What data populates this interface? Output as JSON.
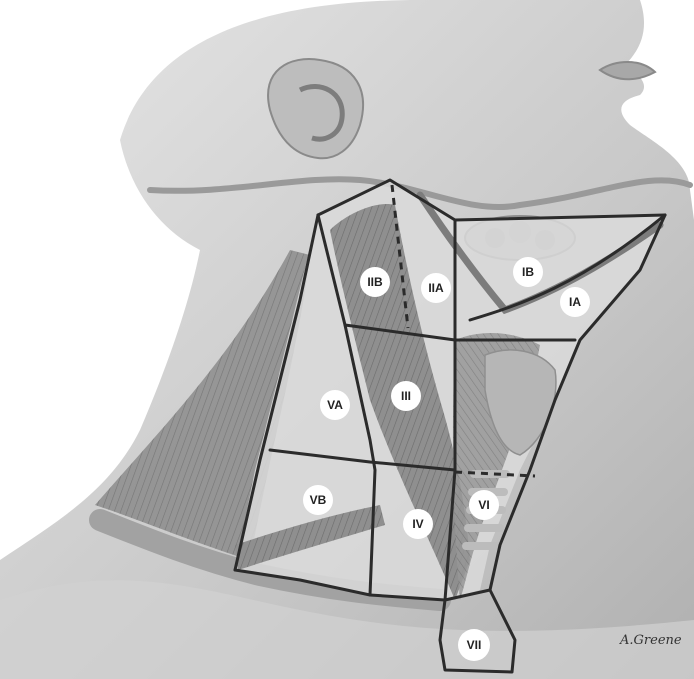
{
  "illustration": {
    "colors": {
      "background": "#ffffff",
      "skin": "#c9c9c9",
      "skin_shadow": "#a9a9a9",
      "muscle": "#8d8d8d",
      "muscle_dark": "#6e6e6e",
      "region_fill": "#dcdcdc",
      "boundary": "#2b2b2b",
      "label_bg": "#ffffff"
    },
    "signature": "A.Greene"
  },
  "regions": [
    {
      "id": "IA",
      "label": "IA"
    },
    {
      "id": "IB",
      "label": "IB"
    },
    {
      "id": "IIA",
      "label": "IIA"
    },
    {
      "id": "IIB",
      "label": "IIB"
    },
    {
      "id": "III",
      "label": "III"
    },
    {
      "id": "IV",
      "label": "IV"
    },
    {
      "id": "VA",
      "label": "VA"
    },
    {
      "id": "VB",
      "label": "VB"
    },
    {
      "id": "VI",
      "label": "VI"
    },
    {
      "id": "VII",
      "label": "VII"
    }
  ]
}
